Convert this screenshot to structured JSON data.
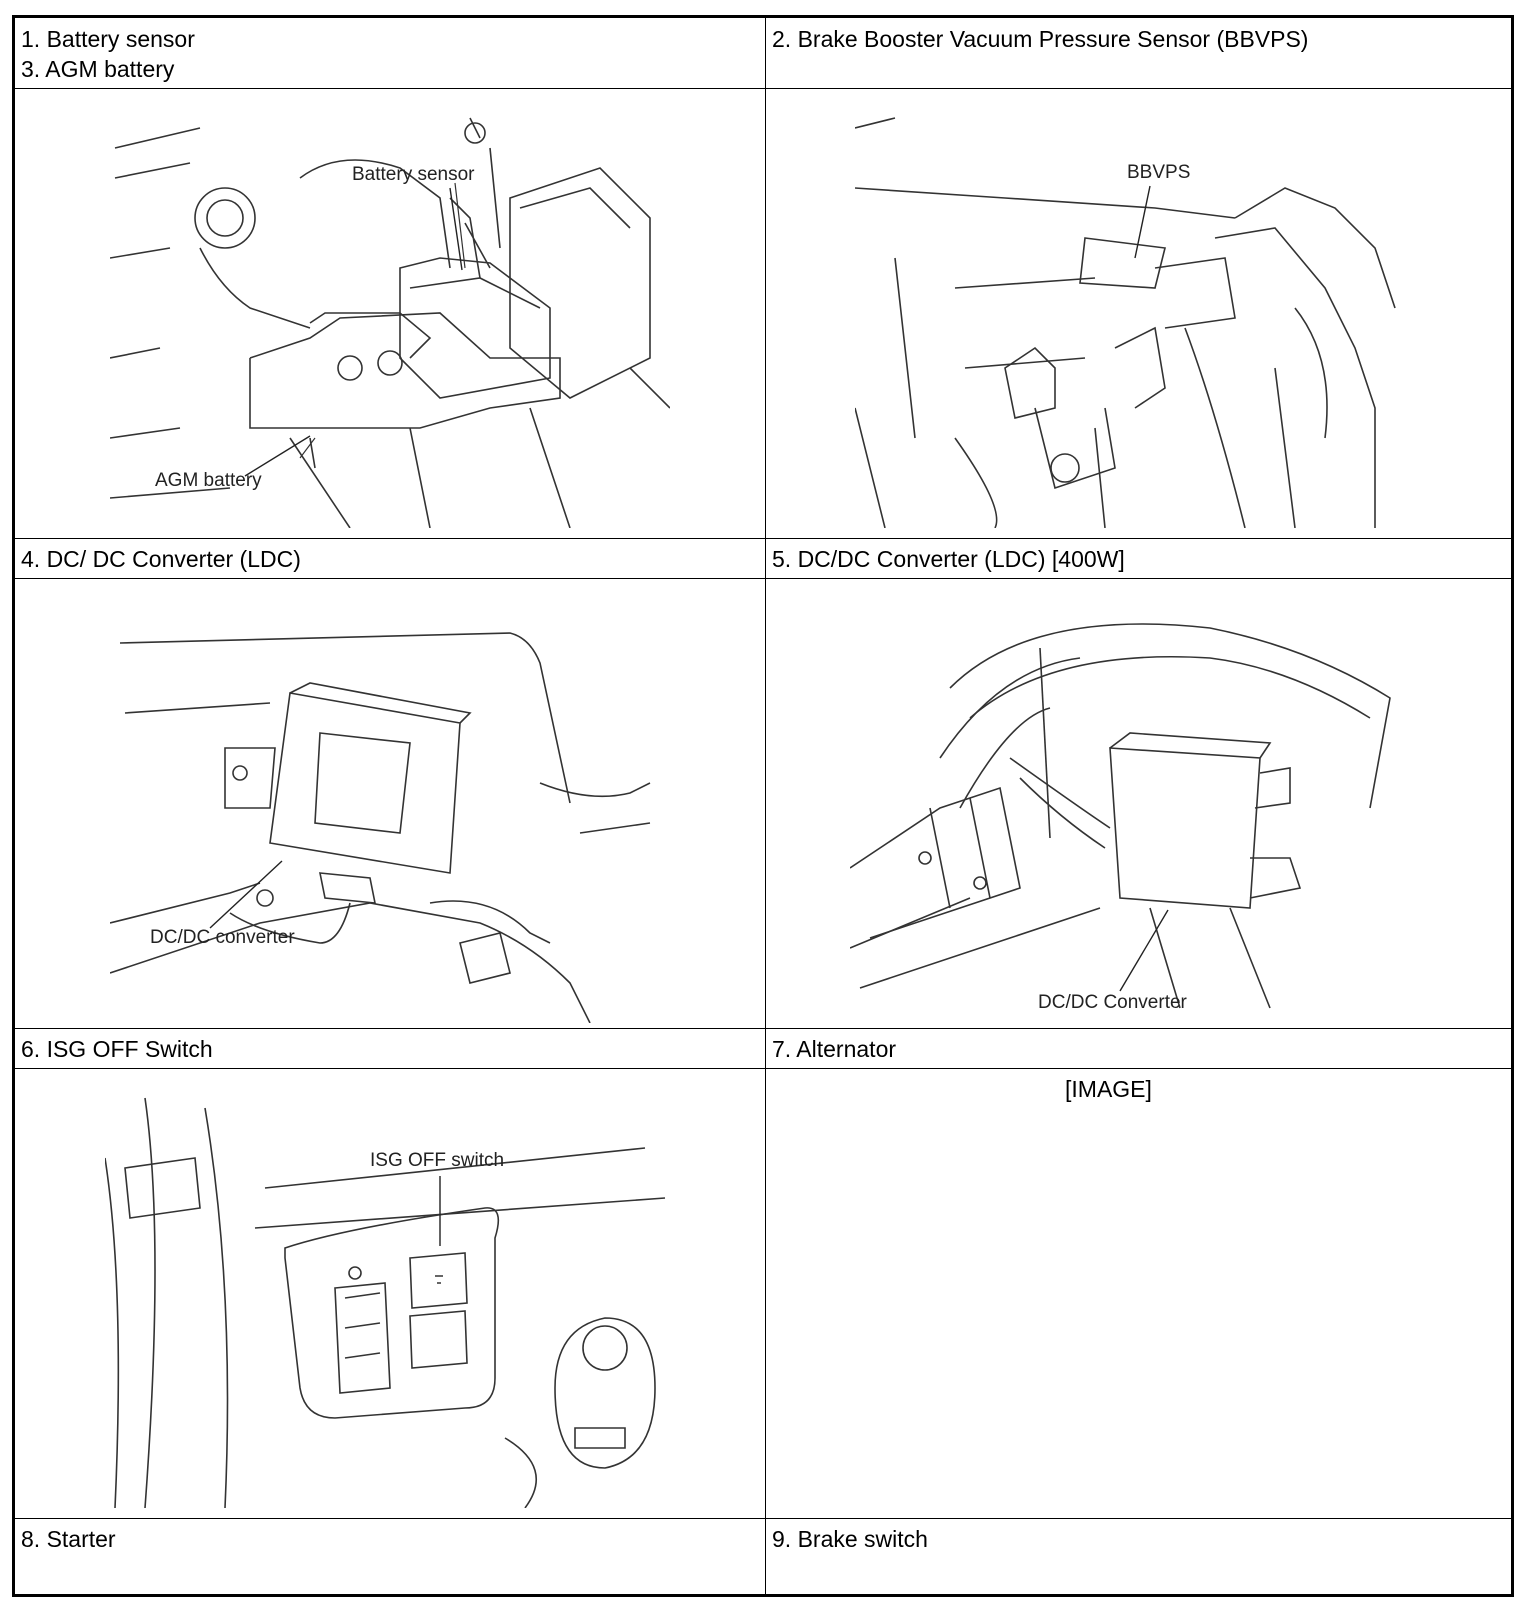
{
  "cells": {
    "c1_line1": "1. Battery sensor",
    "c1_line2": "3. AGM battery",
    "c2": "2. Brake Booster Vacuum Pressure Sensor (BBVPS)",
    "c4": "4. DC/ DC Converter (LDC)",
    "c5": "5. DC/DC Converter (LDC) [400W]",
    "c6": "6. ISG OFF Switch",
    "c7": "7. Alternator",
    "c8": "8. Starter",
    "c9": "9. Brake switch"
  },
  "callouts": {
    "battery_sensor": "Battery sensor",
    "agm_battery": "AGM battery",
    "bbvps": "BBVPS",
    "dcdc_lower": "DC/DC converter",
    "dcdc_upper": "DC/DC Converter",
    "isg_off": "ISG OFF switch"
  },
  "alternator_placeholder": "[IMAGE]"
}
